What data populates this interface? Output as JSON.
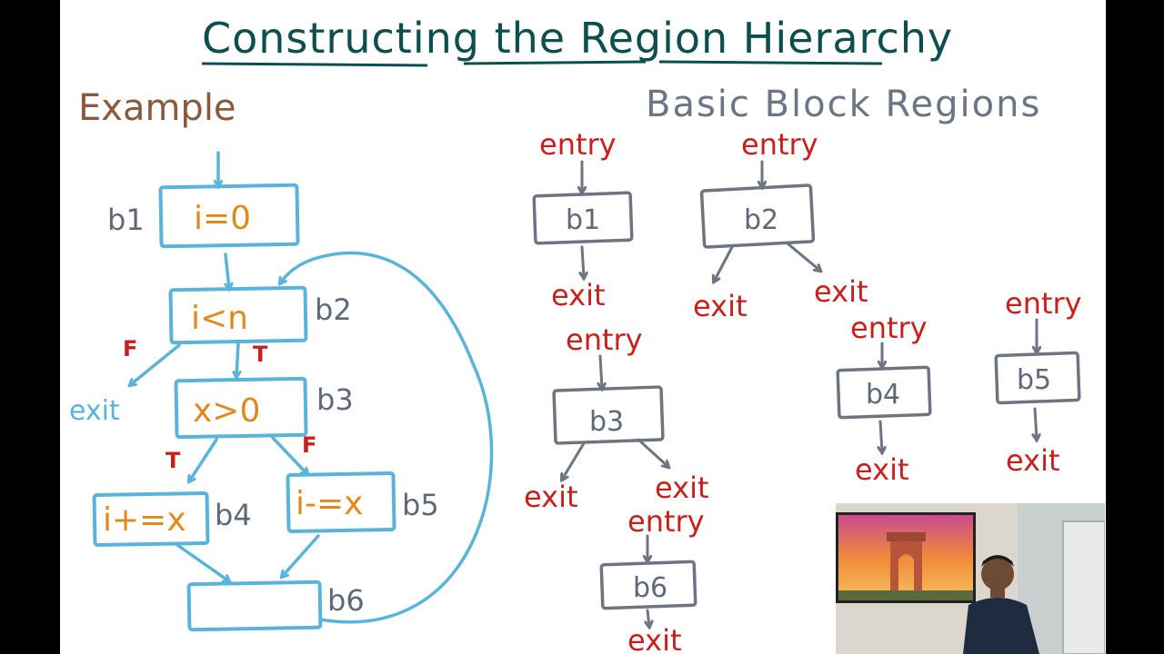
{
  "title": "Constructing the Region Hierarchy",
  "left_heading": "Example",
  "right_heading": "Basic Block Regions",
  "cfg": {
    "blocks": [
      {
        "id": "b1",
        "label": "b1",
        "code": "i=0"
      },
      {
        "id": "b2",
        "label": "b2",
        "code": "i<n"
      },
      {
        "id": "b3",
        "label": "b3",
        "code": "x>0"
      },
      {
        "id": "b4",
        "label": "b4",
        "code": "i+=x"
      },
      {
        "id": "b5",
        "label": "b5",
        "code": "i-=x"
      },
      {
        "id": "b6",
        "label": "b6",
        "code": ""
      }
    ],
    "edge_labels": {
      "b2_false": "F",
      "b2_true": "T",
      "b3_true": "T",
      "b3_false": "F"
    },
    "exit_label": "exit"
  },
  "regions": [
    {
      "block": "b1",
      "entry": "entry",
      "exits": [
        "exit"
      ]
    },
    {
      "block": "b2",
      "entry": "entry",
      "exits": [
        "exit",
        "exit"
      ]
    },
    {
      "block": "b3",
      "entry": "entry",
      "exits": [
        "exit",
        "exit"
      ]
    },
    {
      "block": "b4",
      "entry": "entry",
      "exits": [
        "exit"
      ]
    },
    {
      "block": "b5",
      "entry": "entry",
      "exits": [
        "exit"
      ]
    },
    {
      "block": "b6",
      "entry": "entry",
      "exits": [
        "exit"
      ]
    }
  ],
  "colors": {
    "title": "#0d4f4f",
    "example": "#8b5a3c",
    "cfg_lines": "#5ab4d9",
    "code": "#e08a1e",
    "region_boxes": "#6d7482",
    "entry_exit": "#c8201d"
  }
}
